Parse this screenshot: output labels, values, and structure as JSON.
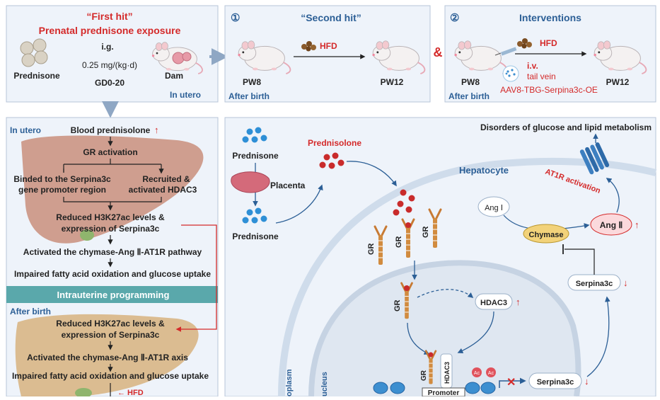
{
  "panel1": {
    "title1": "“First hit”",
    "title2": "Prenatal prednisone exposure",
    "ig": "i.g.",
    "dose": "0.25 mg/(kg·d)",
    "gd": "GD0-20",
    "prednisone": "Prednisone",
    "dam": "Dam",
    "in_utero": "In utero"
  },
  "panel2": {
    "num": "①",
    "title": "“Second hit”",
    "hfd": "HFD",
    "pw8": "PW8",
    "pw12": "PW12",
    "after_birth": "After birth"
  },
  "ampersand": "&",
  "panel3": {
    "num": "②",
    "title": "Interventions",
    "hfd": "HFD",
    "iv": "i.v.",
    "tail": "tail vein",
    "aav": "AAV8-TBG-Serpina3c-OE",
    "pw8": "PW8",
    "pw12": "PW12",
    "after_birth": "After birth"
  },
  "left": {
    "in_utero": "In utero",
    "blood": "Blood prednisolone",
    "up": "↑",
    "gr_activation": "GR activation",
    "binded1": "Binded to the Serpina3c",
    "binded2": "gene promoter region",
    "recruited1": "Recruited &",
    "recruited2": "activated  HDAC3",
    "reduced1": "Reduced H3K27ac levels &",
    "reduced2": "expression of  Serpina3c",
    "activated": "Activated the chymase-Ang Ⅱ-AT1R pathway",
    "impaired": "Impaired fatty acid oxidation and glucose uptake",
    "programming": "Intrauterine programming",
    "after_birth": "After birth",
    "reduced3": "Reduced H3K27ac levels &",
    "reduced4": "expression of  Serpina3c",
    "activated2": "Activated the chymase-Ang Ⅱ-AT1R axis",
    "impaired2": "Impaired fatty acid oxidation and glucose uptake",
    "hfd": "← HFD"
  },
  "right": {
    "disorders": "Disorders of glucose and lipid metabolism",
    "prednisone1": "Prednisone",
    "placenta": "Placenta",
    "prednisone2": "Prednisone",
    "prednisolone": "Prednisolone",
    "hepatocyte": "Hepatocyte",
    "at1r": "AT1R activation",
    "ang1": "Ang Ⅰ",
    "chymase": "Chymase",
    "ang2": "Ang Ⅱ",
    "serpina3c": "Serpina3c",
    "serpina3c2": "Serpina3c",
    "hdac3": "HDAC3",
    "gr": "GR",
    "hdac3_vert": "HDAC3",
    "promoter": "Promoter",
    "ac": "Ac",
    "cytoplasm": "oplasm",
    "nucleus": "ucleus",
    "up": "↑",
    "down": "↓"
  },
  "colors": {
    "red": "#d42a2a",
    "blue": "#2c5f96",
    "panel": "#eef3fa",
    "teal": "#5aa8ab",
    "liver": "#c98e7b",
    "gr": "#c77a33"
  }
}
